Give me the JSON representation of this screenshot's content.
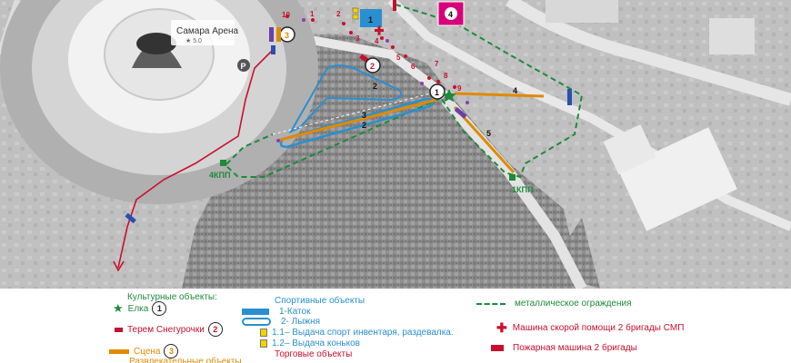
{
  "map": {
    "arena_name": "Самара Арена",
    "arena_rating": "★ 5.0",
    "parking_letter": "P",
    "kpp_labels": [
      "4КПП",
      "1КПП"
    ],
    "numbers_red": [
      "10",
      "1",
      "2",
      "3",
      "4",
      "5",
      "6",
      "7",
      "8",
      "9"
    ],
    "circle_numbers": [
      "1",
      "2",
      "3"
    ],
    "square_number": "4",
    "track_labels": [
      "1",
      "2",
      "3",
      "4",
      "5"
    ],
    "rink_label": "1"
  },
  "legend": {
    "cultural_title": "Культурные объекты:",
    "elka": "Елка",
    "elka_num": "1",
    "terem": "Терем Снегурочки",
    "terem_num": "2",
    "stage": "Сцена",
    "stage_num": "3",
    "cut_text": "Развлекательные объекты",
    "sport_title": "Спортивные объекты",
    "rink": "1-Каток",
    "ski": "2- Лыжня",
    "issue_11": "1.1– Выдача спорт инвентаря, раздевалка.",
    "issue_12": "1.2– Выдача коньков",
    "trade_title": "Торговые объекты",
    "fence": "металлическое ограждения",
    "ambulance": "Машина скорой помощи 2 бригады СМП",
    "fire": "Пожарная машина 2 бригады"
  },
  "colors": {
    "green": "#1e8a3a",
    "red": "#c8102e",
    "orange": "#e08a00",
    "blue": "#2a8fd0",
    "magenta": "#d6007a"
  }
}
